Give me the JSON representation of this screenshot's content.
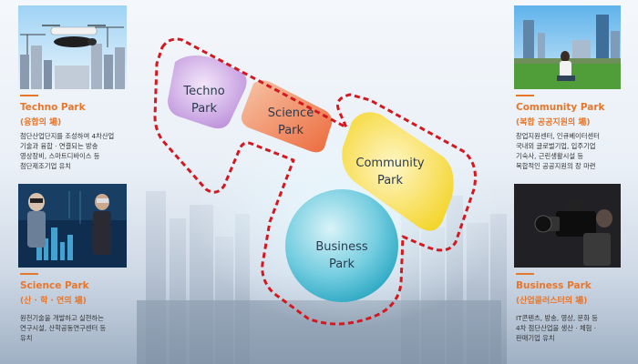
{
  "zones": {
    "techno": {
      "line1": "Techno",
      "line2": "Park"
    },
    "science": {
      "line1": "Science",
      "line2": "Park"
    },
    "community": {
      "line1": "Community",
      "line2": "Park"
    },
    "business": {
      "line1": "Business",
      "line2": "Park"
    }
  },
  "panels": {
    "techno": {
      "title": "Techno Park",
      "subtitle": "(융합의 場)",
      "desc": [
        "첨단산업단지를 조성하여 4차산업",
        "기술과 융합 · 연결되는 방송",
        "영상장비, 스마트디바이스 등",
        "첨단제조기업 유치"
      ]
    },
    "science": {
      "title": "Science Park",
      "subtitle": "(산 · 학 · 연의 場)",
      "desc": [
        "원천기술을 개발하고 실현하는",
        "연구시설, 산학공동연구센터 등",
        "유치"
      ]
    },
    "community": {
      "title": "Community Park",
      "subtitle": "(복합 공공지원의 場)",
      "desc": [
        "창업지원센터, 인큐베이터센터",
        "국내외 글로벌기업, 입주기업",
        "기숙사, 근린생활시설 등",
        "복합적인 공공지원의 장 마련"
      ]
    },
    "business": {
      "title": "Business Park",
      "subtitle": "(산업클러스터의 場)",
      "desc": [
        "IT콘텐츠, 방송, 영상, 문화 등",
        "4차 첨단산업을 생산 · 체험 ·",
        "판매기업 유치"
      ]
    }
  },
  "colors": {
    "accent": "#e8762b",
    "boundary": "#d3181f",
    "techno": "#c9a3e0",
    "science": "#f2875c",
    "community": "#f7dc3c",
    "business": "#48c0d6"
  }
}
